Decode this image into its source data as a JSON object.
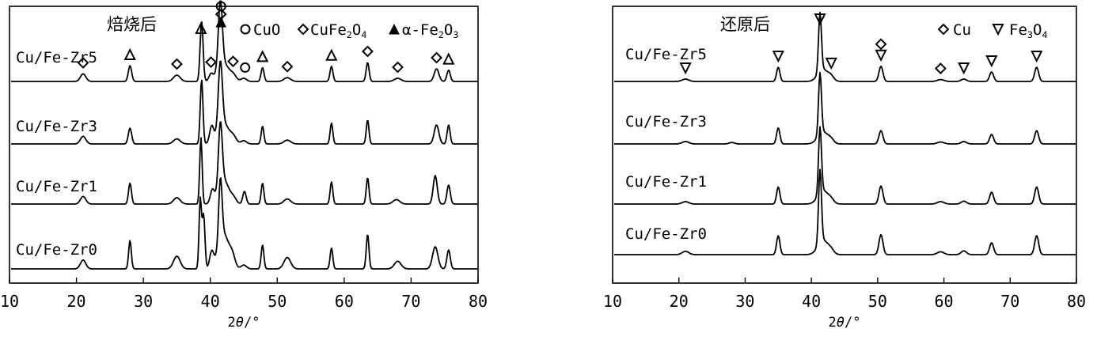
{
  "chart_data": [
    {
      "type": "line",
      "title": "焙烧后",
      "xlabel": "2θ/°",
      "ylabel": "",
      "xlim": [
        10,
        80
      ],
      "xticks": [
        10,
        20,
        30,
        40,
        50,
        60,
        70,
        80
      ],
      "grid": false,
      "legend_position": "top-right",
      "legend": [
        {
          "symbol": "circle",
          "label_parts": [
            {
              "t": "CuO"
            }
          ]
        },
        {
          "symbol": "diamond",
          "label_parts": [
            {
              "t": "CuFe"
            },
            {
              "t": "2",
              "sub": true
            },
            {
              "t": "O"
            },
            {
              "t": "4",
              "sub": true
            }
          ]
        },
        {
          "symbol": "triangle-up-filled",
          "label_parts": [
            {
              "t": "α"
            },
            {
              "t": "-Fe"
            },
            {
              "t": "2",
              "sub": true
            },
            {
              "t": "O"
            },
            {
              "t": "3",
              "sub": true
            }
          ]
        }
      ],
      "series": [
        {
          "name": "Cu/Fe-Zr5",
          "baseline": 0.0,
          "peaks": [
            [
              21.0,
              0.12,
              0.4
            ],
            [
              28.0,
              0.25,
              0.25
            ],
            [
              35.0,
              0.1,
              0.5
            ],
            [
              38.7,
              0.95,
              0.22
            ],
            [
              40.1,
              0.1,
              0.3
            ],
            [
              41.5,
              1.05,
              0.3
            ],
            [
              42.0,
              0.28,
              0.9
            ],
            [
              43.5,
              0.06,
              0.4
            ],
            [
              45.0,
              0.05,
              0.4
            ],
            [
              47.8,
              0.22,
              0.22
            ],
            [
              51.5,
              0.06,
              0.5
            ],
            [
              58.1,
              0.24,
              0.22
            ],
            [
              63.5,
              0.3,
              0.22
            ],
            [
              68.0,
              0.05,
              0.5
            ],
            [
              73.8,
              0.2,
              0.35
            ],
            [
              75.6,
              0.18,
              0.25
            ]
          ],
          "markers": [
            {
              "x": 21.0,
              "symbol": "diamond"
            },
            {
              "x": 28.0,
              "symbol": "triangle-up"
            },
            {
              "x": 35.0,
              "symbol": "diamond"
            },
            {
              "x": 40.1,
              "symbol": "diamond"
            },
            {
              "x": 43.4,
              "symbol": "diamond"
            },
            {
              "x": 45.2,
              "symbol": "circle"
            },
            {
              "x": 47.8,
              "symbol": "triangle-up"
            },
            {
              "x": 51.5,
              "symbol": "diamond"
            },
            {
              "x": 58.1,
              "symbol": "triangle-up"
            },
            {
              "x": 63.5,
              "symbol": "diamond"
            },
            {
              "x": 68.0,
              "symbol": "diamond"
            },
            {
              "x": 73.8,
              "symbol": "diamond"
            },
            {
              "x": 75.6,
              "symbol": "triangle-up"
            }
          ]
        },
        {
          "name": "Cu/Fe-Zr3",
          "baseline": 0.0,
          "peaks": [
            [
              21.0,
              0.12,
              0.4
            ],
            [
              28.0,
              0.25,
              0.25
            ],
            [
              35.0,
              0.08,
              0.5
            ],
            [
              38.7,
              1.02,
              0.2
            ],
            [
              40.2,
              0.25,
              0.3
            ],
            [
              41.5,
              1.05,
              0.3
            ],
            [
              42.0,
              0.32,
              0.9
            ],
            [
              43.5,
              0.07,
              0.4
            ],
            [
              45.0,
              0.05,
              0.4
            ],
            [
              47.8,
              0.28,
              0.2
            ],
            [
              51.5,
              0.06,
              0.5
            ],
            [
              58.1,
              0.33,
              0.2
            ],
            [
              63.5,
              0.38,
              0.2
            ],
            [
              73.8,
              0.3,
              0.35
            ],
            [
              75.6,
              0.3,
              0.22
            ]
          ],
          "markers": []
        },
        {
          "name": "Cu/Fe-Zr1",
          "baseline": 0.0,
          "peaks": [
            [
              21.0,
              0.12,
              0.4
            ],
            [
              28.0,
              0.33,
              0.22
            ],
            [
              35.0,
              0.1,
              0.5
            ],
            [
              38.6,
              1.05,
              0.18
            ],
            [
              40.3,
              0.2,
              0.3
            ],
            [
              41.5,
              1.0,
              0.28
            ],
            [
              42.0,
              0.38,
              0.8
            ],
            [
              43.5,
              0.07,
              0.4
            ],
            [
              45.1,
              0.2,
              0.25
            ],
            [
              47.8,
              0.33,
              0.2
            ],
            [
              51.5,
              0.08,
              0.5
            ],
            [
              58.1,
              0.35,
              0.2
            ],
            [
              63.5,
              0.42,
              0.2
            ],
            [
              67.8,
              0.07,
              0.5
            ],
            [
              73.6,
              0.45,
              0.3
            ],
            [
              75.6,
              0.3,
              0.25
            ]
          ],
          "markers": []
        },
        {
          "name": "Cu/Fe-Zr0",
          "baseline": 0.0,
          "peaks": [
            [
              21.0,
              0.14,
              0.4
            ],
            [
              28.0,
              0.45,
              0.2
            ],
            [
              35.0,
              0.2,
              0.5
            ],
            [
              38.5,
              1.1,
              0.18
            ],
            [
              39.0,
              0.85,
              0.2
            ],
            [
              40.2,
              0.25,
              0.3
            ],
            [
              41.5,
              1.0,
              0.25
            ],
            [
              42.0,
              0.55,
              0.8
            ],
            [
              43.3,
              0.15,
              0.4
            ],
            [
              45.0,
              0.06,
              0.4
            ],
            [
              47.8,
              0.38,
              0.2
            ],
            [
              51.5,
              0.18,
              0.5
            ],
            [
              58.1,
              0.33,
              0.2
            ],
            [
              63.5,
              0.55,
              0.2
            ],
            [
              68.0,
              0.12,
              0.5
            ],
            [
              73.6,
              0.35,
              0.4
            ],
            [
              75.6,
              0.3,
              0.25
            ]
          ],
          "markers": []
        }
      ],
      "top_markers": [
        {
          "x": 38.6,
          "symbol": "triangle-up"
        },
        {
          "x": 41.6,
          "symbol": "triangle-up-filled"
        },
        {
          "x": 41.6,
          "symbol": "diamond"
        },
        {
          "x": 41.6,
          "symbol": "circle"
        }
      ]
    },
    {
      "type": "line",
      "title": "还原后",
      "xlabel": "2θ/°",
      "ylabel": "",
      "xlim": [
        10,
        80
      ],
      "xticks": [
        10,
        20,
        30,
        40,
        50,
        60,
        70,
        80
      ],
      "grid": false,
      "legend_position": "top-right",
      "legend": [
        {
          "symbol": "diamond",
          "label_parts": [
            {
              "t": "Cu"
            }
          ]
        },
        {
          "symbol": "triangle-down",
          "label_parts": [
            {
              "t": "Fe"
            },
            {
              "t": "3",
              "sub": true
            },
            {
              "t": "O"
            },
            {
              "t": "4",
              "sub": true
            }
          ]
        }
      ],
      "series": [
        {
          "name": "Cu/Fe-Zr5",
          "baseline": 0.0,
          "peaks": [
            [
              21.0,
              0.05,
              0.5
            ],
            [
              35.0,
              0.3,
              0.25
            ],
            [
              41.3,
              1.25,
              0.22
            ],
            [
              41.8,
              0.25,
              0.8
            ],
            [
              43.0,
              0.07,
              0.4
            ],
            [
              50.5,
              0.32,
              0.3
            ],
            [
              59.5,
              0.04,
              0.5
            ],
            [
              63.0,
              0.05,
              0.4
            ],
            [
              67.2,
              0.2,
              0.3
            ],
            [
              74.0,
              0.3,
              0.3
            ]
          ],
          "markers": [
            {
              "x": 21.0,
              "symbol": "triangle-down"
            },
            {
              "x": 35.0,
              "symbol": "triangle-down"
            },
            {
              "x": 43.0,
              "symbol": "triangle-down"
            },
            {
              "x": 50.5,
              "symbol": "triangle-down"
            },
            {
              "x": 50.5,
              "symbol": "diamond",
              "stack": 1
            },
            {
              "x": 59.5,
              "symbol": "diamond"
            },
            {
              "x": 63.0,
              "symbol": "triangle-down"
            },
            {
              "x": 67.2,
              "symbol": "triangle-down"
            },
            {
              "x": 74.0,
              "symbol": "triangle-down"
            }
          ]
        },
        {
          "name": "Cu/Fe-Zr3",
          "baseline": 0.0,
          "peaks": [
            [
              21.0,
              0.05,
              0.5
            ],
            [
              28.0,
              0.03,
              0.4
            ],
            [
              35.0,
              0.34,
              0.25
            ],
            [
              41.3,
              1.3,
              0.22
            ],
            [
              41.8,
              0.25,
              0.8
            ],
            [
              43.0,
              0.06,
              0.4
            ],
            [
              50.5,
              0.28,
              0.3
            ],
            [
              59.5,
              0.04,
              0.5
            ],
            [
              63.0,
              0.05,
              0.4
            ],
            [
              67.2,
              0.2,
              0.3
            ],
            [
              74.0,
              0.28,
              0.3
            ]
          ],
          "markers": []
        },
        {
          "name": "Cu/Fe-Zr1",
          "baseline": 0.0,
          "peaks": [
            [
              21.0,
              0.05,
              0.5
            ],
            [
              35.0,
              0.36,
              0.25
            ],
            [
              41.3,
              1.4,
              0.22
            ],
            [
              41.8,
              0.28,
              0.8
            ],
            [
              43.0,
              0.06,
              0.4
            ],
            [
              50.5,
              0.38,
              0.3
            ],
            [
              59.5,
              0.05,
              0.5
            ],
            [
              63.0,
              0.06,
              0.4
            ],
            [
              67.2,
              0.25,
              0.3
            ],
            [
              74.0,
              0.36,
              0.3
            ]
          ],
          "markers": []
        },
        {
          "name": "Cu/Fe-Zr0",
          "baseline": 0.0,
          "peaks": [
            [
              21.0,
              0.07,
              0.5
            ],
            [
              35.0,
              0.4,
              0.25
            ],
            [
              41.3,
              1.55,
              0.22
            ],
            [
              41.8,
              0.3,
              0.8
            ],
            [
              43.0,
              0.06,
              0.4
            ],
            [
              50.5,
              0.42,
              0.3
            ],
            [
              59.5,
              0.06,
              0.5
            ],
            [
              63.0,
              0.08,
              0.4
            ],
            [
              67.2,
              0.25,
              0.3
            ],
            [
              74.0,
              0.4,
              0.3
            ]
          ],
          "markers": []
        }
      ],
      "top_markers": [
        {
          "x": 41.3,
          "symbol": "triangle-down"
        }
      ]
    }
  ]
}
